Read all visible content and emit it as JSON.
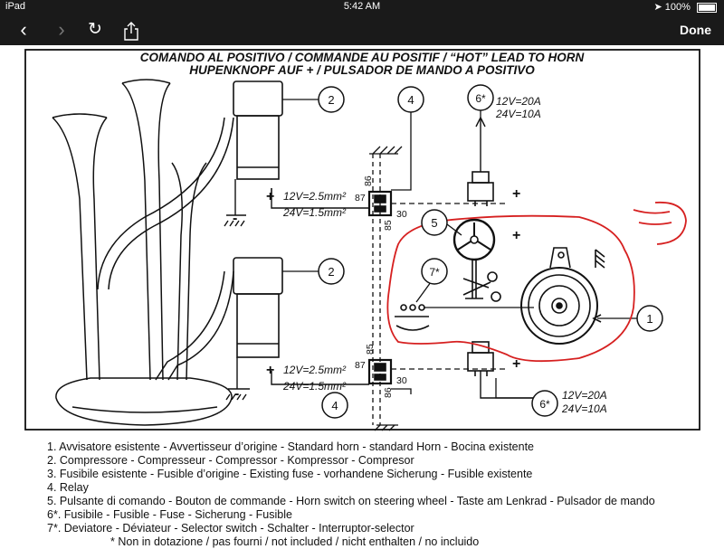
{
  "statusbar": {
    "device": "iPad",
    "time": "5:42 AM",
    "battery": "100%"
  },
  "toolbar": {
    "done_label": "Done"
  },
  "diagram": {
    "title_line1": "COMANDO AL POSITIVO / COMMANDE AU POSITIF / “HOT” LEAD TO HORN",
    "title_line2": "HUPENKNOPF AUF + / PULSADOR DE MANDO A POSITIVO",
    "callouts": [
      "2",
      "2",
      "4",
      "4",
      "6*",
      "6*",
      "5",
      "7*",
      "1"
    ],
    "wire_top_12v": "12V=2.5mm²",
    "wire_top_24v": "24V=1.5mm²",
    "wire_bot_12v": "12V=2.5mm²",
    "wire_bot_24v": "24V=1.5mm²",
    "fuse_top_12v": "12V=20A",
    "fuse_top_24v": "24V=10A",
    "fuse_bot_12v": "12V=20A",
    "fuse_bot_24v": "24V=10A",
    "relay_pins_top": {
      "p86": "86",
      "p87": "87",
      "p85": "85",
      "p30": "30"
    },
    "relay_pins_bot": {
      "p85": "85",
      "p87": "87",
      "p86": "86",
      "p30": "30"
    },
    "plus": "+",
    "minus": "-"
  },
  "legend": {
    "items": [
      "1. Avvisatore esistente - Avvertisseur d’origine - Standard horn - standard Horn - Bocina existente",
      "2. Compressore - Compresseur - Compressor - Kompressor - Compresor",
      "3. Fusibile esistente - Fusible d’origine - Existing fuse - vorhandene Sicherung - Fusible existente",
      "4. Relay",
      "5. Pulsante di comando - Bouton de commande - Horn switch on steering wheel - Taste am Lenkrad - Pulsador de mando",
      "6*. Fusibile - Fusible - Fuse - Sicherung - Fusible",
      "7*. Deviatore - Déviateur - Selector switch - Schalter - Interruptor-selector"
    ],
    "footnote": "* Non in dotazione / pas fourni / not included / nicht enthalten / no incluido"
  },
  "colors": {
    "bar": "#1a1a1a",
    "annotation": "#d62020",
    "ink": "#111111"
  }
}
